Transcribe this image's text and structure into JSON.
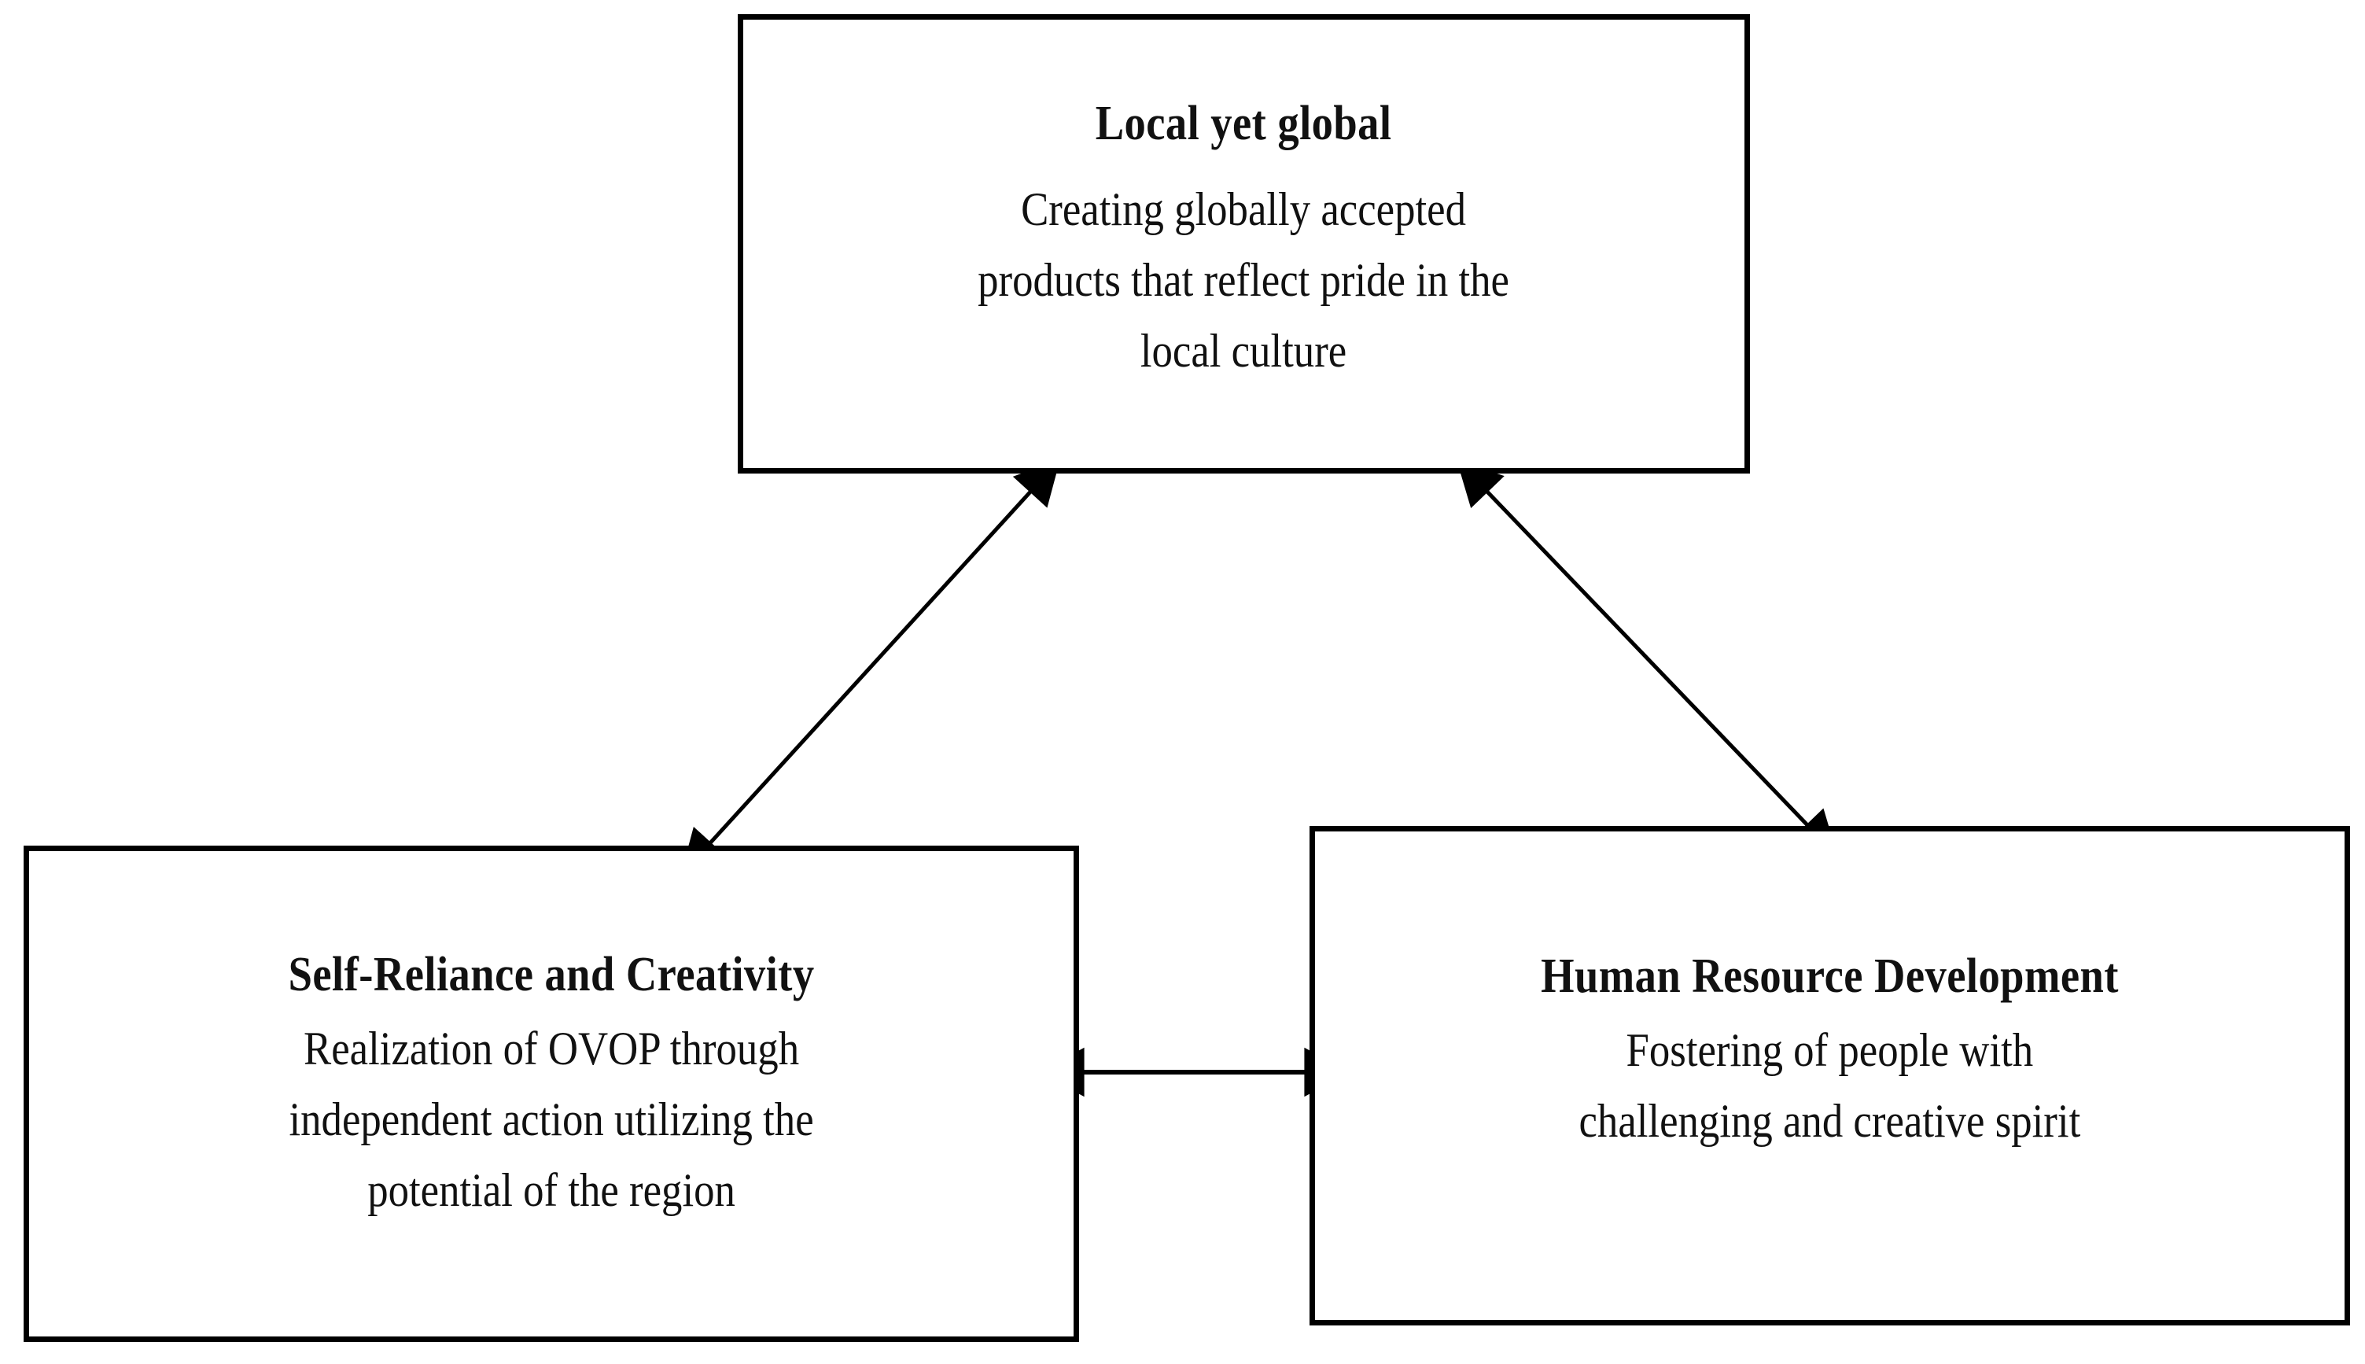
{
  "diagram": {
    "type": "triangular-concept-diagram",
    "background_color": "#ffffff",
    "line_color": "#000000",
    "text_color": "#111111",
    "boxes": [
      {
        "id": "local-yet-global",
        "position": "top-center",
        "title": "Local yet global",
        "body": "Creating globally accepted\nproducts that reflect pride in the\nlocal culture"
      },
      {
        "id": "self-reliance-and-creativity",
        "position": "bottom-left",
        "title": "Self-Reliance and Creativity",
        "body": "Realization of OVOP through\nindependent action utilizing the\npotential of the region"
      },
      {
        "id": "human-resource-development",
        "position": "bottom-right",
        "title": "Human Resource Development",
        "body": "Fostering of people with\nchallenging and creative spirit"
      }
    ],
    "connectors": [
      {
        "id": "top-to-bottom-left",
        "from": "local-yet-global",
        "to": "self-reliance-and-creativity",
        "style": "double-headed-arrow",
        "orientation": "diagonal"
      },
      {
        "id": "top-to-bottom-right",
        "from": "local-yet-global",
        "to": "human-resource-development",
        "style": "double-headed-arrow",
        "orientation": "diagonal"
      },
      {
        "id": "bottom-left-to-bottom-right",
        "from": "self-reliance-and-creativity",
        "to": "human-resource-development",
        "style": "double-headed-arrow",
        "orientation": "horizontal"
      }
    ]
  }
}
